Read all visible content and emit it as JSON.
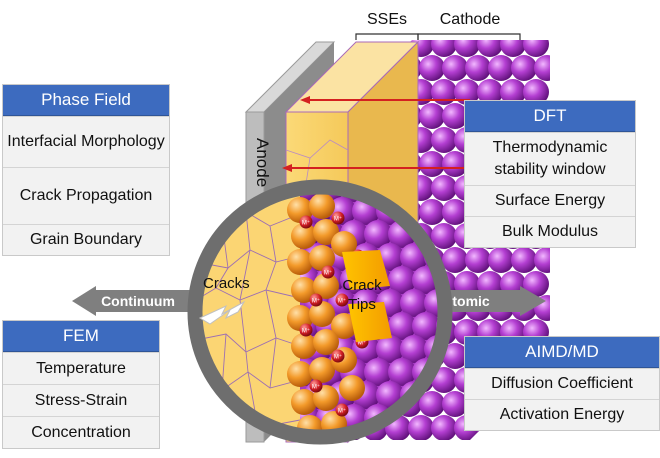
{
  "colors": {
    "header_blue": "#3d6bbf",
    "sse_yellow": "#f9d36e",
    "cathode_purple": "#a12fc0",
    "particle_orange": "#f08a1e",
    "ion_red": "#d31f26",
    "ring_gray": "#707070",
    "arrow_gray": "#808080",
    "anode_gray": "#b5b5b5",
    "red_line": "#d42020"
  },
  "top_labels": {
    "sses": "SSEs",
    "cathode": "Cathode"
  },
  "anode_label": "Anode",
  "phase_field": {
    "title": "Phase Field",
    "items": [
      "Interfacial Morphology",
      "Crack Propagation",
      "Grain Boundary"
    ]
  },
  "dft": {
    "title": "DFT",
    "items": [
      "Thermodynamic stability window",
      "Surface Energy",
      "Bulk Modulus"
    ]
  },
  "fem": {
    "title": "FEM",
    "items": [
      "Temperature",
      "Stress-Strain",
      "Concentration"
    ]
  },
  "aimd": {
    "title": "AIMD/MD",
    "items": [
      "Diffusion Coefficient",
      "Activation Energy"
    ]
  },
  "scale_arrow": {
    "left": "Continuum",
    "right": "Atomic"
  },
  "inset": {
    "cracks_label": "Cracks",
    "crack_tips_label": "Crack Tips",
    "ion_label": "M⁺"
  }
}
